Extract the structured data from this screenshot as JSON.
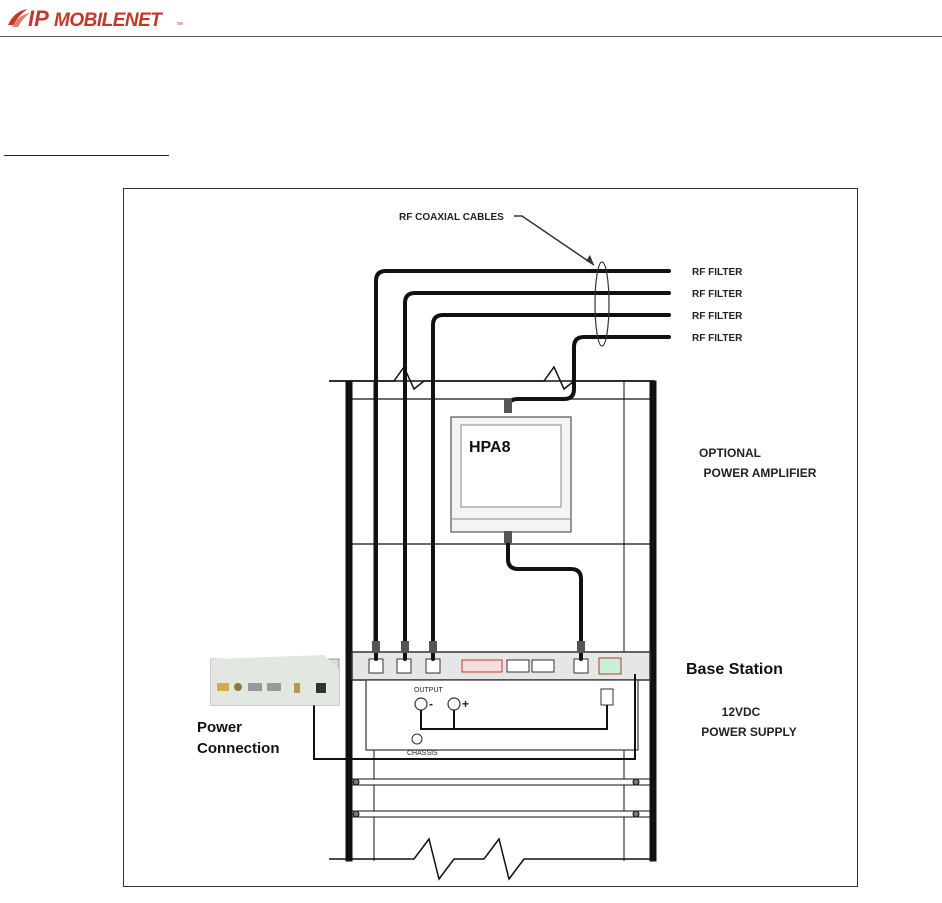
{
  "header": {
    "logo": {
      "prefix": "IP",
      "name": "MOBILENET",
      "trademark": "™",
      "accent_color": "#c0392b",
      "text_color": "#c0392b"
    }
  },
  "diagram": {
    "coax_label": "RF COAXIAL CABLES",
    "rf_filters": [
      "RF FILTER",
      "RF FILTER",
      "RF FILTER",
      "RF FILTER"
    ],
    "hpa_label": "HPA8",
    "optional_pa": [
      "OPTIONAL",
      "POWER AMPLIFIER"
    ],
    "base_station": "Base Station",
    "power_supply": [
      "12VDC",
      "POWER SUPPLY"
    ],
    "power_connection": [
      "Power",
      "Connection"
    ],
    "output_label": "OUTPUT",
    "chassis_label": "CHASSIS",
    "minus": "-",
    "plus": "+"
  }
}
